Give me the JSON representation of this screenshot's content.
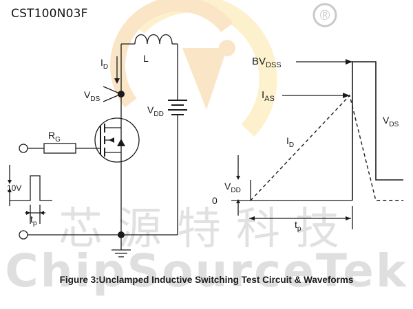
{
  "part_number": "CST100N03F",
  "caption": "Figure 3:Unclamped Inductive Switching Test Circuit & Waveforms",
  "watermark": {
    "chinese": "芯源特科技",
    "english": "ChipSourceTek",
    "registered_symbol": "®"
  },
  "circuit": {
    "id": {
      "main": "I",
      "sub": "D"
    },
    "inductor": "L",
    "vds": {
      "main": "V",
      "sub": "DS"
    },
    "vdd": {
      "main": "V",
      "sub": "DD"
    },
    "rg": {
      "main": "R",
      "sub": "G"
    },
    "pulse_level": "10V",
    "tp": {
      "main": "t",
      "sub": "p"
    }
  },
  "waveform": {
    "bvdss": {
      "main": "BV",
      "sub": "DSS"
    },
    "ias": {
      "main": "I",
      "sub": "AS"
    },
    "id": {
      "main": "I",
      "sub": "D"
    },
    "vds": {
      "main": "V",
      "sub": "DS"
    },
    "vdd": {
      "main": "V",
      "sub": "DD"
    },
    "zero": "0",
    "tp": {
      "main": "t",
      "sub": "p"
    }
  },
  "colors": {
    "logo_orange": "#f2a33a",
    "logo_yellow": "#f7d04a",
    "line": "#1a1a1a"
  }
}
